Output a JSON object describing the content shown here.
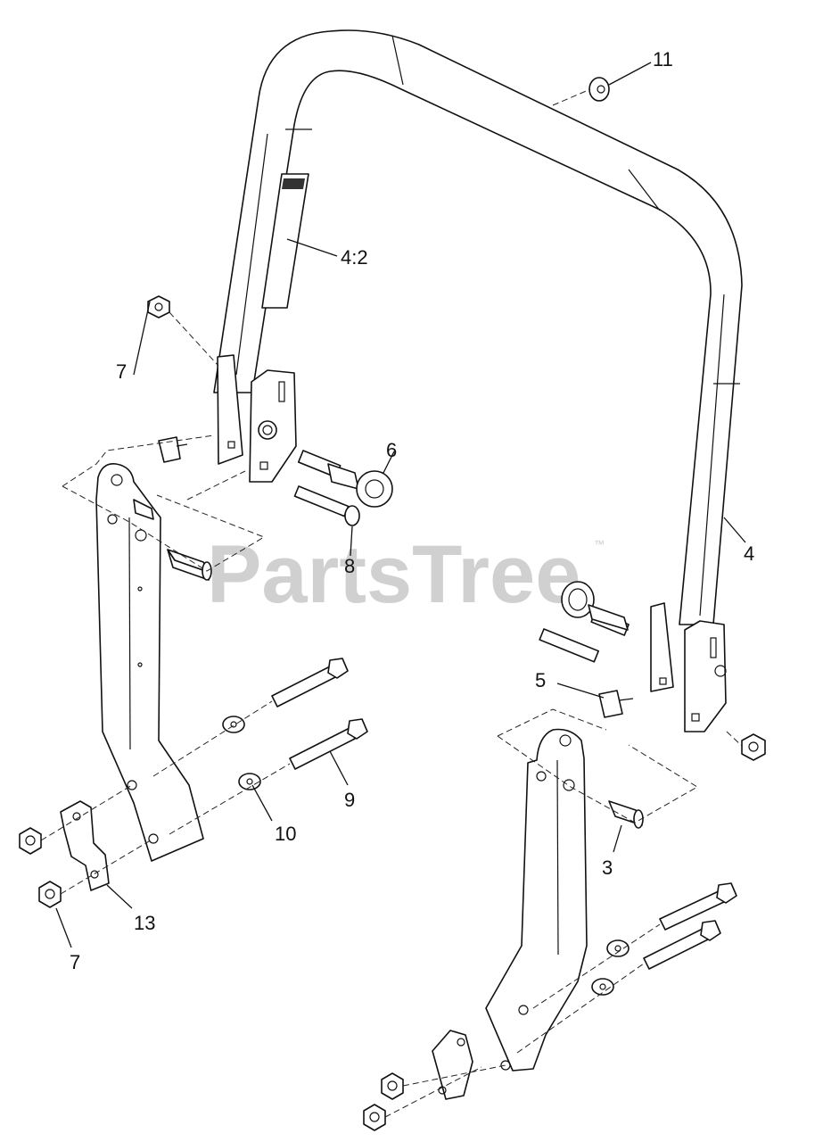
{
  "watermark": {
    "brand": "PartsTree",
    "trademark": "™"
  },
  "callouts": [
    {
      "id": "c11",
      "label": "11"
    },
    {
      "id": "c4-2",
      "label": "4:2"
    },
    {
      "id": "c7a",
      "label": "7"
    },
    {
      "id": "c6",
      "label": "6"
    },
    {
      "id": "c8",
      "label": "8"
    },
    {
      "id": "c4",
      "label": "4"
    },
    {
      "id": "c5",
      "label": "5"
    },
    {
      "id": "c9",
      "label": "9"
    },
    {
      "id": "c10",
      "label": "10"
    },
    {
      "id": "c3",
      "label": "3"
    },
    {
      "id": "c13",
      "label": "13"
    },
    {
      "id": "c7b",
      "label": "7"
    }
  ]
}
